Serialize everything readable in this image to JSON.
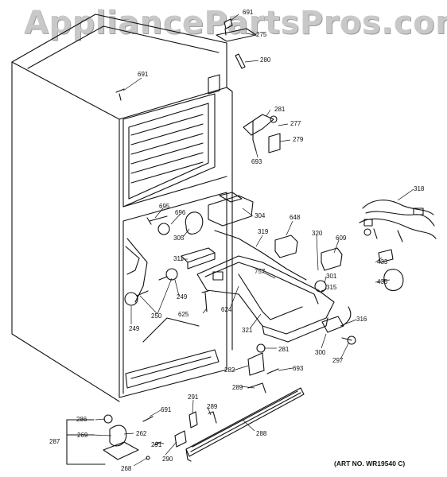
{
  "watermark": "AppliancePartsPros.com",
  "art_number": "(ART NO. WR19540 C)",
  "part_labels": [
    "691",
    "275",
    "280",
    "691",
    "281",
    "277",
    "279",
    "693",
    "318",
    "695",
    "696",
    "304",
    "648",
    "305",
    "319",
    "320",
    "609",
    "311",
    "757",
    "301",
    "433",
    "315",
    "435",
    "249",
    "250",
    "624",
    "625",
    "249",
    "321",
    "316",
    "300",
    "297",
    "281",
    "282",
    "693",
    "289",
    "691",
    "291",
    "289",
    "288",
    "286",
    "262",
    "269",
    "287",
    "291",
    "290",
    "268"
  ]
}
